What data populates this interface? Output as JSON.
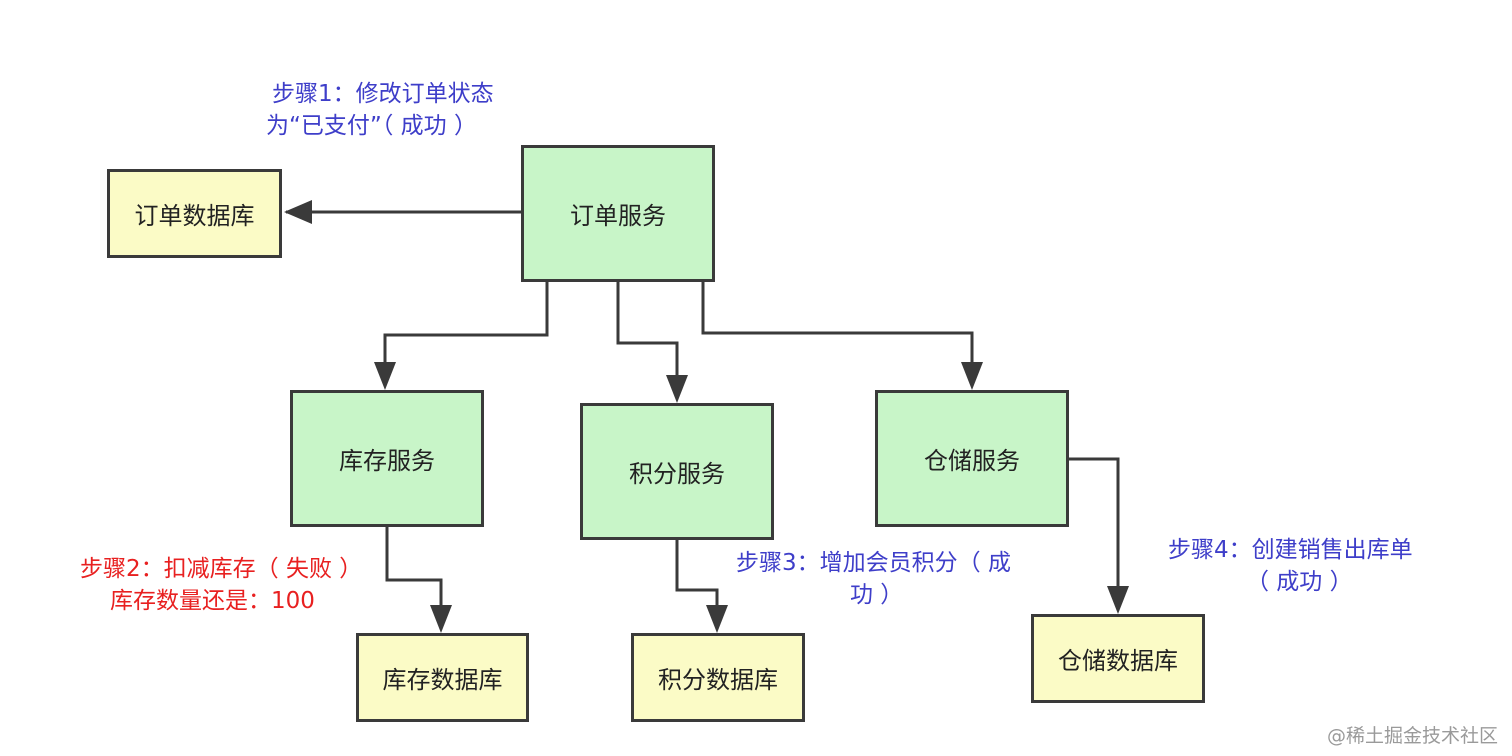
{
  "boxes": {
    "order_service": "订单服务",
    "order_db": "订单数据库",
    "inventory_service": "库存服务",
    "points_service": "积分服务",
    "warehouse_service": "仓储服务",
    "inventory_db": "库存数据库",
    "points_db": "积分数据库",
    "warehouse_db": "仓储数据库"
  },
  "notes": {
    "step1": [
      "步骤1：修改订单状态",
      "为“已支付”（ 成功 ）"
    ],
    "step2": [
      "步骤2：扣减库存（ 失败 ）",
      "库存数量还是：100"
    ],
    "step3": [
      "步骤3：增加会员积分（ 成",
      "功 ）"
    ],
    "step4": [
      "步骤4：创建销售出库单",
      "（ 成功 ）"
    ]
  },
  "colors": {
    "service_fill": "#c8f5c8",
    "db_fill": "#fbfbc6",
    "success_text": "#3e3ec9",
    "failure_text": "#e82020",
    "line": "#3a3a3a"
  },
  "watermark": "@稀土掘金技术社区"
}
